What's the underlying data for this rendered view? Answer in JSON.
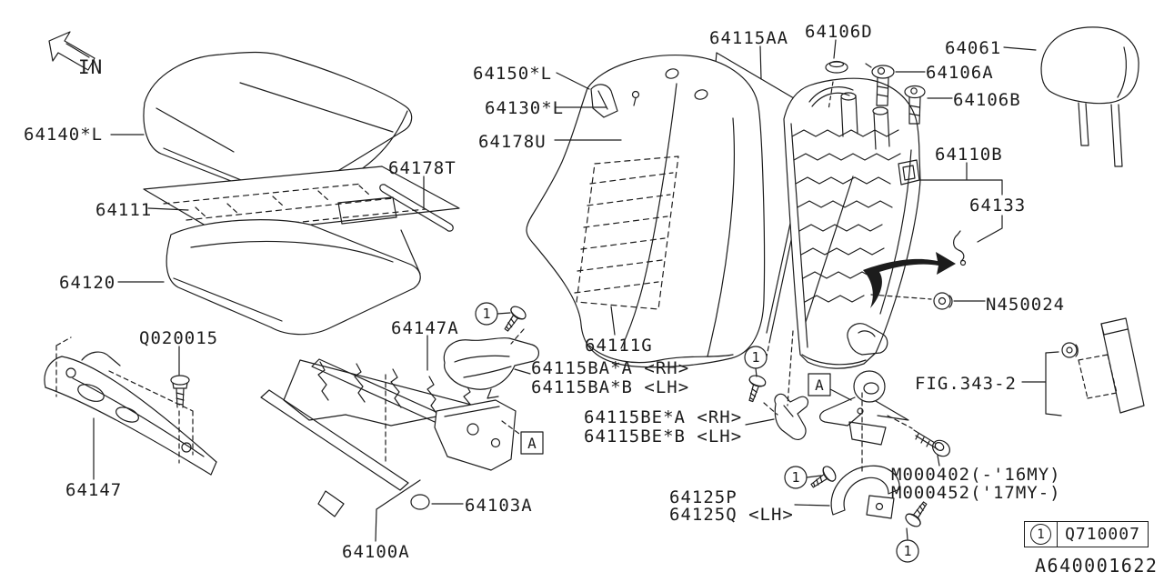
{
  "labels": {
    "in_arrow": "IN",
    "p64140": "64140*L",
    "p64111": "64111",
    "p64178T": "64178T",
    "p64120": "64120",
    "pQ020015": "Q020015",
    "p64147": "64147",
    "p64147A": "64147A",
    "p64100A": "64100A",
    "p64103A": "64103A",
    "p64115BA_rh": "64115BA*A <RH>",
    "p64115BA_lh": "64115BA*B <LH>",
    "p64115BE_rh": "64115BE*A <RH>",
    "p64115BE_lh": "64115BE*B <LH>",
    "p64111G": "64111G",
    "p64150": "64150*L",
    "p64130": "64130*L",
    "p64178U": "64178U",
    "p64115AA": "64115AA",
    "p64106D": "64106D",
    "p64061": "64061",
    "p64106A": "64106A",
    "p64106B": "64106B",
    "p64110B": "64110B",
    "p64133": "64133",
    "pN450024": "N450024",
    "fig_ref": "FIG.343-2",
    "m_bolt_16": "M000402(-'16MY)",
    "m_bolt_17": "M000452('17MY-)",
    "p64125P": "64125P",
    "p64125Q": "64125Q <LH>",
    "diagram_id": "A640001622"
  },
  "markers": {
    "fastener_symbol": "1",
    "section_symbol": "A"
  },
  "legend": {
    "symbol": "1",
    "part_number": "Q710007"
  },
  "colors": {
    "line": "#1c1c1c",
    "background": "#ffffff"
  }
}
